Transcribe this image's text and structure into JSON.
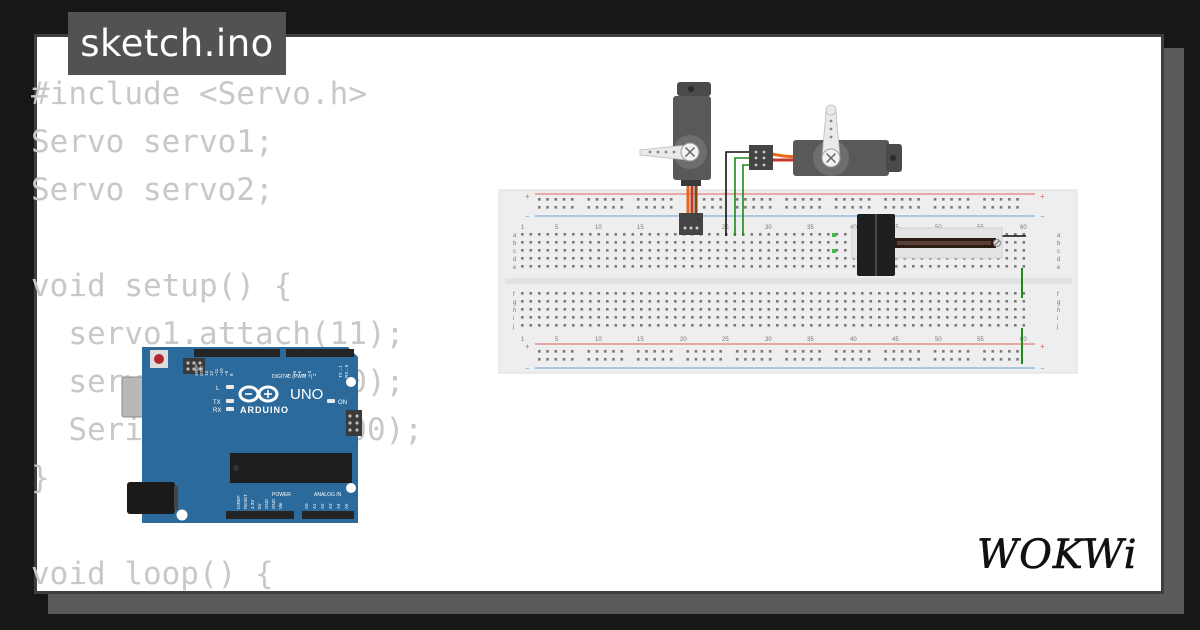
{
  "file": {
    "tab_label": "sketch.ino"
  },
  "code": {
    "lines": [
      "#include <Servo.h>",
      "Servo servo1;",
      "Servo servo2;",
      "",
      "void setup() {",
      "  servo1.attach(11);",
      "  servo2.attach(10);",
      "  Serial.begin(9600);",
      "}",
      "",
      "void loop() {"
    ]
  },
  "arduino": {
    "logo_text": "UNO",
    "brand": "ARDUINO",
    "digital_label": "DIGITAL (PWM ~)",
    "power_label": "POWER",
    "analog_label": "ANALOG IN",
    "on_label": "ON",
    "led_l": "L",
    "led_tx": "TX",
    "led_rx": "RX",
    "power_pins": [
      "IOREF",
      "RESET",
      "3.3V",
      "5V",
      "GND",
      "GND",
      "Vin"
    ],
    "analog_pins": [
      "A0",
      "A1",
      "A2",
      "A3",
      "A4",
      "A5"
    ],
    "digital_pins": [
      "AREF",
      "GND",
      "13",
      "12",
      "~11",
      "~10",
      "~9",
      "8",
      "7",
      "~6",
      "~5",
      "4",
      "~3",
      "2",
      "TX→1",
      "RX←0"
    ]
  },
  "breadboard": {
    "column_numbers": [
      "1",
      "5",
      "10",
      "15",
      "20",
      "25",
      "30",
      "35",
      "40",
      "45",
      "50",
      "55",
      "60"
    ],
    "row_letters_top": [
      "a",
      "b",
      "c",
      "d",
      "e"
    ],
    "row_letters_bottom": [
      "f",
      "g",
      "h",
      "i",
      "j"
    ],
    "rail_plus": "+",
    "rail_minus": "−"
  },
  "colors": {
    "background": "#171717",
    "card": "#ffffff",
    "tab": "#525252",
    "code_text": "#c8c8c8",
    "arduino_board": "#2b6a9a",
    "breadboard": "#eeeeee",
    "servo_body": "#555555",
    "wire_black": "#111111",
    "wire_green": "#1b8a1b",
    "wire_orange": "#e8681a",
    "wire_red": "#c0392b"
  },
  "branding": {
    "logo_text": "WOKWi"
  }
}
